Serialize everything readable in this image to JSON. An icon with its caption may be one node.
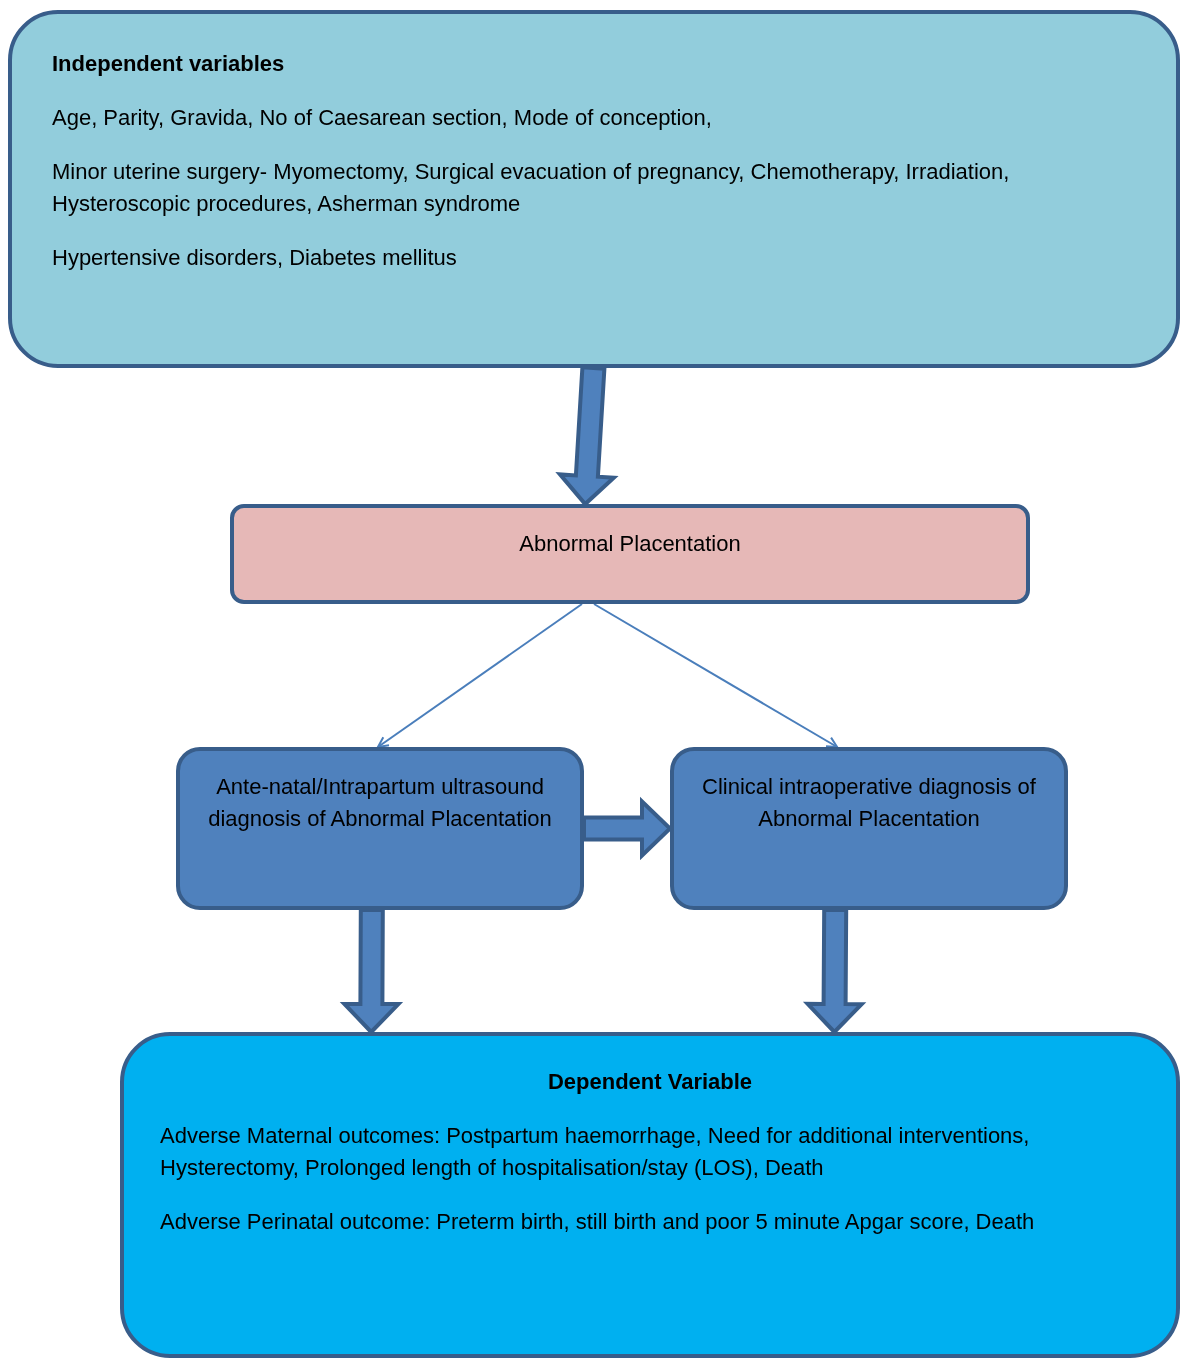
{
  "diagram": {
    "nodes": [
      {
        "text": [
          "Independent variables",
          "Age, Parity, Gravida, No of Caesarean section, Mode of conception,",
          "Minor uterine surgery- Myomectomy, Surgical evacuation of pregnancy, Chemotherapy, Irradiation, Hysteroscopic procedures, Asherman syndrome",
          "Hypertensive disorders, Diabetes mellitus"
        ]
      },
      {
        "text": [
          "Abnormal Placentation"
        ]
      },
      {
        "text": [
          "Ante-natal/Intrapartum ultrasound diagnosis of Abnormal Placentation"
        ]
      },
      {
        "text": [
          "Clinical intraoperative diagnosis of Abnormal Placentation"
        ]
      },
      {
        "text": [
          "Dependent Variable",
          "Adverse Maternal outcomes: Postpartum haemorrhage, Need for additional interventions, Hysterectomy, Prolonged length of hospitalisation/stay (LOS), Death",
          "Adverse Perinatal outcome: Preterm birth, still birth and poor 5 minute Apgar score, Death"
        ]
      }
    ],
    "edges": [
      {
        "from": 0,
        "to": 1,
        "arrow": "to",
        "style": "thick"
      },
      {
        "from": 1,
        "to": 2,
        "arrow": "to"
      },
      {
        "from": 1,
        "to": 3,
        "arrow": "to"
      },
      {
        "from": 2,
        "to": 3,
        "arrow": "to",
        "style": "thick"
      },
      {
        "from": 2,
        "to": 4,
        "arrow": "to",
        "style": "thick"
      },
      {
        "from": 3,
        "to": 4,
        "arrow": "to",
        "style": "thick"
      }
    ]
  }
}
